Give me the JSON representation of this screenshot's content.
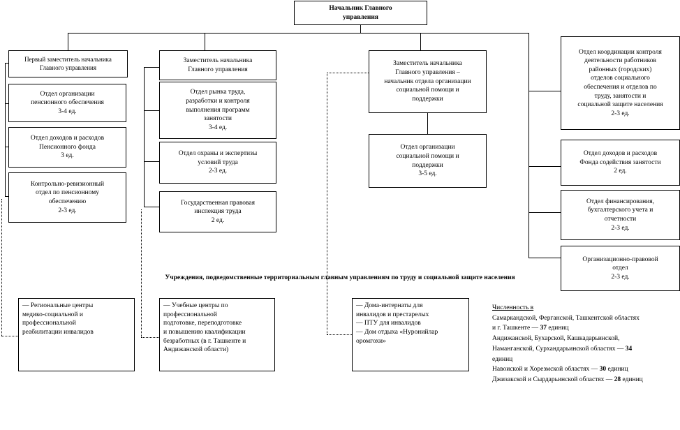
{
  "head": [
    "Начальник Главного",
    "управления"
  ],
  "col1": {
    "deputy": [
      "Первый заместитель начальника",
      "Главного управления"
    ],
    "depts": [
      [
        "Отдел организации",
        "пенсионного обеспечения",
        "3-4 ед."
      ],
      [
        "Отдел доходов и расходов",
        "Пенсионного фонда",
        "3 ед."
      ],
      [
        "Контрольно-ревизионный",
        "отдел по пенсионному",
        "обеспечению",
        "2-3 ед."
      ]
    ]
  },
  "col2": {
    "deputy": [
      "Заместитель начальника",
      "Главного управления"
    ],
    "depts": [
      [
        "Отдел рынка труда,",
        "разработки и контроля",
        "выполнения программ",
        "занятости",
        "3-4 ед."
      ],
      [
        "Отдел охраны и экспертизы",
        "условий труда",
        "2-3 ед."
      ],
      [
        "Государственная правовая",
        "инспекция труда",
        "2 ед."
      ]
    ]
  },
  "col3": {
    "deputy": [
      "Заместитель начальника",
      "Главного управления –",
      "начальник отдела организации",
      "социальной помощи и",
      "поддержки"
    ],
    "depts": [
      [
        "Отдел организации",
        "социальной помощи и",
        "поддержки",
        "3-5 ед."
      ]
    ]
  },
  "col4": {
    "depts": [
      [
        "Отдел координации контроля",
        "деятельности работников",
        "районных (городских)",
        "отделов социального",
        "обеспечения и отделов по",
        "труду, занятости и",
        "социальной защите населения",
        "2-3 ед."
      ],
      [
        "Отдел доходов и расходов",
        "Фонда содействия занятости",
        "2 ед."
      ],
      [
        "Отдел финансирования,",
        "бухгалтерского учета и",
        "отчетности",
        "2-3 ед."
      ],
      [
        "Организационно-правовой",
        "отдел",
        "2-3 ед."
      ]
    ]
  },
  "banner": "Учреждения, подведомственные территориальным главным управлениям по труду и социальной защите населения",
  "institutions": [
    [
      "— Региональные центры",
      "медико-социальной и",
      "профессиональной",
      "реабилитации инвалидов"
    ],
    [
      "— Учебные центры по",
      "профессиональной",
      "подготовке, переподготовке",
      "и повышению квалификации",
      "безработных (в г. Ташкенте и",
      "Андижанской области)"
    ],
    [
      "— Дома-интернаты для",
      "инвалидов и престарелых",
      "— ПТУ для инвалидов",
      "— Дом отдыха «Нуронийлар",
      "оромгохи»"
    ]
  ],
  "stats": {
    "heading": "Численность в",
    "rows": [
      {
        "text": "Самаркандской, Ферганской, Ташкентской областях",
        "value": ""
      },
      {
        "text": "и г. Ташкенте — ",
        "value": "37",
        "suffix": " единиц"
      },
      {
        "text": "Андижанской, Бухарской, Кашкадарьинской,",
        "value": ""
      },
      {
        "text": "Наманганской, Сурхандарьинской областях — ",
        "value": "34",
        "suffix": ""
      },
      {
        "text": "единиц",
        "value": ""
      },
      {
        "text": "Навоиской и Хорезмской областях — ",
        "value": "30",
        "suffix": " единиц"
      },
      {
        "text": "Джизакской и Сырдарьинской областях — ",
        "value": "28",
        "suffix": " единиц"
      }
    ]
  }
}
